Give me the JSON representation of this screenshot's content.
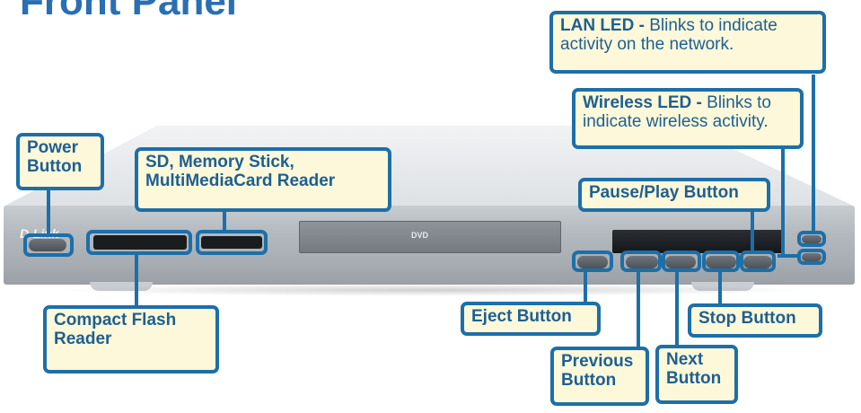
{
  "title": "Front Panel",
  "brand": "D-Link",
  "disc_logo": "DVD",
  "colors": {
    "callout_border": "#1d6fa8",
    "callout_fill": "#fdf8d9",
    "callout_text": "#1e5f92"
  },
  "callouts": {
    "lan_led": {
      "label": "LAN LED -",
      "desc": " Blinks to indicate activity on the network."
    },
    "wireless_led": {
      "label": "Wireless LED -",
      "desc": " Blinks to indicate wireless activity."
    },
    "power": {
      "label": "Power Button"
    },
    "sd_reader": {
      "label": "SD, Memory Stick, MultiMediaCard Reader"
    },
    "pause_play": {
      "label": "Pause/Play Button"
    },
    "compact_flash": {
      "label": "Compact Flash Reader"
    },
    "eject": {
      "label": "Eject Button"
    },
    "stop": {
      "label": "Stop Button"
    },
    "previous": {
      "label": "Previous Button"
    },
    "next": {
      "label": "Next Button"
    }
  }
}
